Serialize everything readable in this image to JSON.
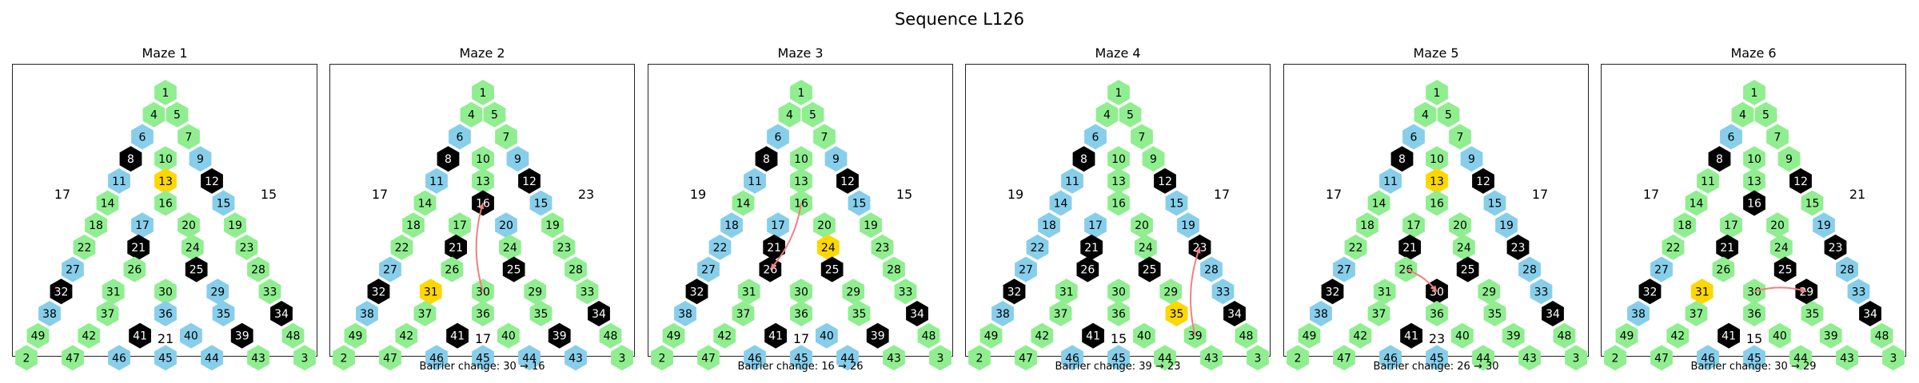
{
  "title": "Sequence L126",
  "colors": {
    "green": "#90ee90",
    "blue": "#87ceeb",
    "black": "#000000",
    "yellow": "#ffd700",
    "arrow": "#f08080"
  },
  "mazes": [
    {
      "title": "Maze 1",
      "caption": "",
      "side_labels": {
        "left": "17",
        "right": "15",
        "bottom": "21"
      },
      "highlight": [
        13
      ],
      "black": [
        8,
        12,
        21,
        25,
        32,
        34,
        39,
        41
      ],
      "blue": [
        6,
        9,
        11,
        15,
        17,
        27,
        29,
        35,
        36,
        38,
        40,
        44,
        45,
        46
      ],
      "arrow": null
    },
    {
      "title": "Maze 2",
      "caption": "Barrier change: 30 → 16",
      "side_labels": {
        "left": "17",
        "right": "23",
        "bottom": "17"
      },
      "highlight": [
        31
      ],
      "black": [
        8,
        12,
        16,
        21,
        25,
        32,
        34,
        39,
        41
      ],
      "blue": [
        6,
        9,
        11,
        15,
        20,
        27,
        38,
        44,
        45,
        46,
        43
      ],
      "arrow": {
        "from": 30,
        "to": 16
      }
    },
    {
      "title": "Maze 3",
      "caption": "Barrier change: 16 → 26",
      "side_labels": {
        "left": "19",
        "right": "15",
        "bottom": "17"
      },
      "highlight": [
        24
      ],
      "black": [
        8,
        12,
        21,
        25,
        26,
        32,
        34,
        39,
        41
      ],
      "blue": [
        6,
        9,
        11,
        15,
        17,
        18,
        22,
        27,
        38,
        40,
        44,
        45,
        46
      ],
      "arrow": {
        "from": 16,
        "to": 26
      }
    },
    {
      "title": "Maze 4",
      "caption": "Barrier change: 39 → 23",
      "side_labels": {
        "left": "19",
        "right": "17",
        "bottom": "15"
      },
      "highlight": [
        35
      ],
      "black": [
        8,
        12,
        21,
        23,
        25,
        26,
        32,
        34,
        41
      ],
      "blue": [
        6,
        11,
        14,
        15,
        17,
        18,
        19,
        22,
        27,
        28,
        33,
        38,
        45,
        46
      ],
      "arrow": {
        "from": 39,
        "to": 23
      }
    },
    {
      "title": "Maze 5",
      "caption": "Barrier change: 26 → 30",
      "side_labels": {
        "left": "17",
        "right": "17",
        "bottom": "23"
      },
      "highlight": [
        13
      ],
      "black": [
        8,
        12,
        21,
        23,
        25,
        30,
        32,
        34,
        41
      ],
      "blue": [
        6,
        9,
        11,
        15,
        19,
        27,
        28,
        33,
        38,
        45,
        46
      ],
      "arrow": {
        "from": 26,
        "to": 30
      }
    },
    {
      "title": "Maze 6",
      "caption": "Barrier change: 30 → 29",
      "side_labels": {
        "left": "17",
        "right": "21",
        "bottom": "15"
      },
      "highlight": [
        31
      ],
      "black": [
        8,
        12,
        16,
        21,
        23,
        25,
        29,
        32,
        34,
        41
      ],
      "blue": [
        6,
        19,
        27,
        28,
        33,
        38,
        45,
        46
      ],
      "arrow": {
        "from": 30,
        "to": 29
      }
    }
  ],
  "grid_rows": [
    [
      1
    ],
    [
      4,
      5
    ],
    [
      6,
      7
    ],
    [
      8,
      10,
      9
    ],
    [
      11,
      13,
      12
    ],
    [
      14,
      16,
      15
    ],
    [
      18,
      17,
      20,
      19
    ],
    [
      22,
      21,
      24,
      23
    ],
    [
      27,
      26,
      25,
      28
    ],
    [
      32,
      31,
      30,
      29,
      33
    ],
    [
      38,
      37,
      36,
      35,
      34
    ],
    [
      49,
      42,
      41,
      40,
      39,
      48
    ],
    [
      2,
      47,
      46,
      45,
      44,
      43,
      3
    ]
  ]
}
